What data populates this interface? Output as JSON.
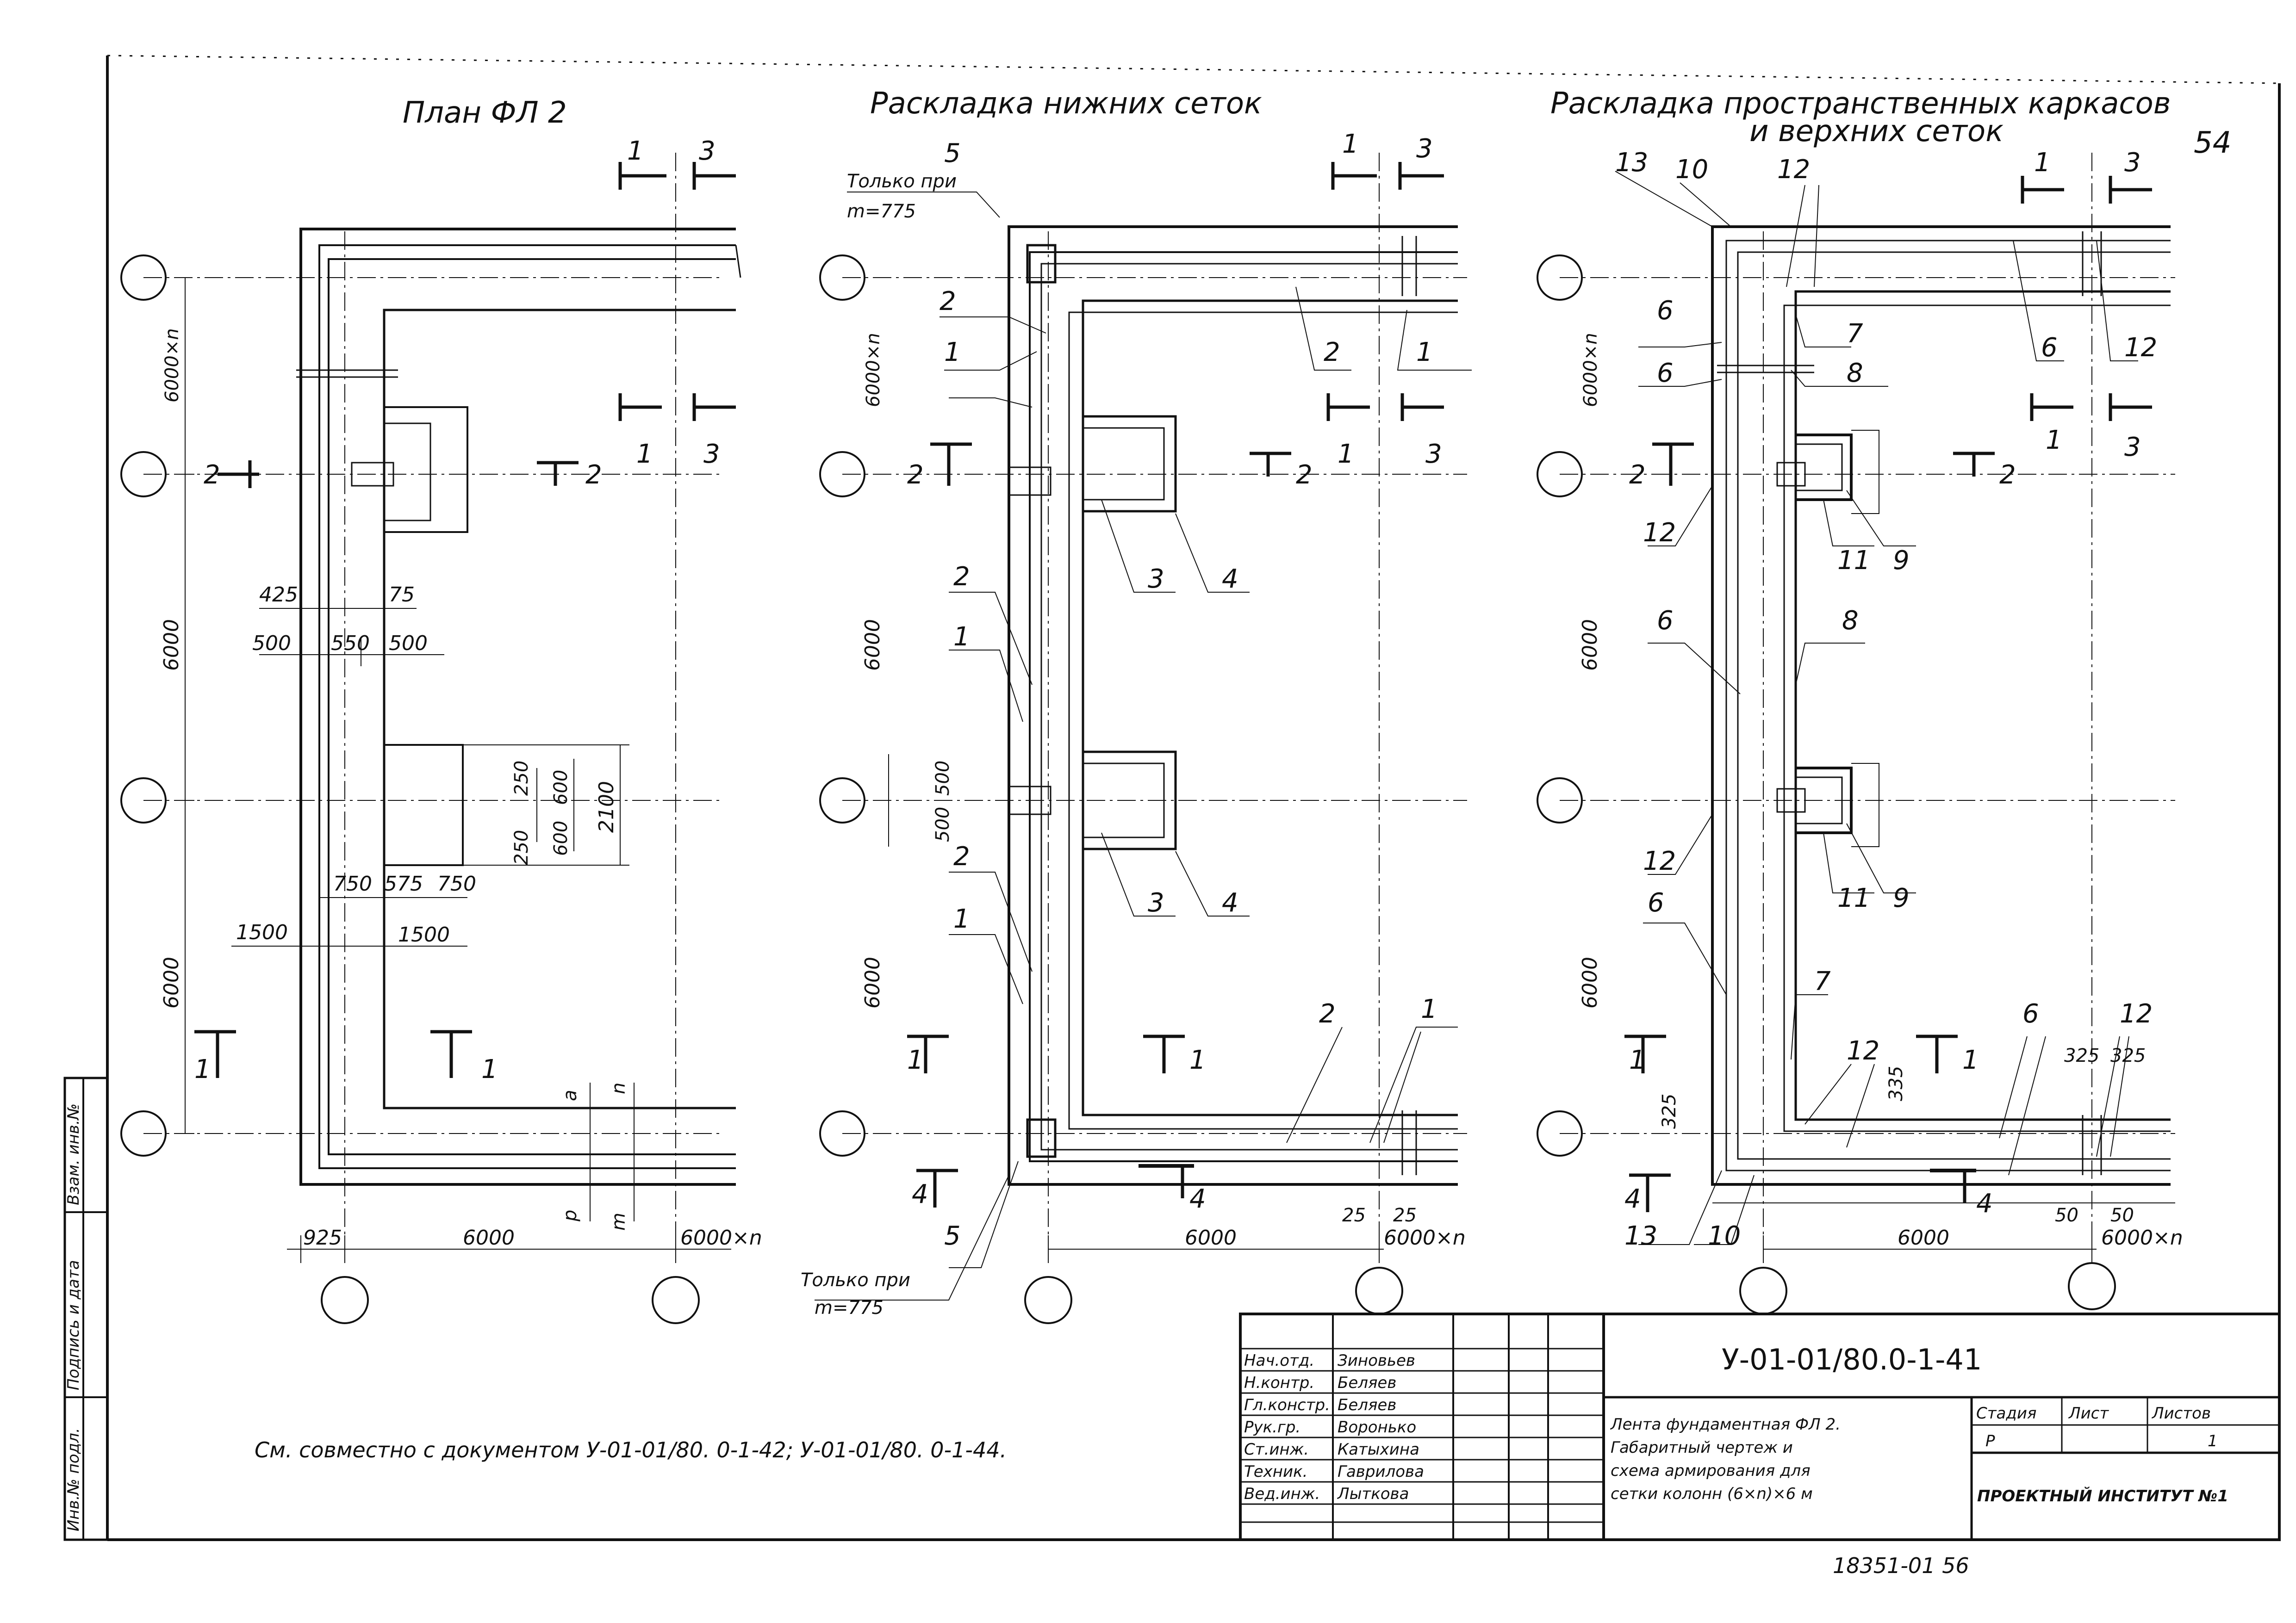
{
  "titles": {
    "plan": "План ФЛ 2",
    "bottom_meshes": "Раскладка нижних сеток",
    "cages_1": "Раскладка пространственных каркасов",
    "cages_2": "и верхних сеток"
  },
  "page_number": "54",
  "section_marks": {
    "one": "1",
    "two": "2",
    "three": "3",
    "four": "4"
  },
  "plan": {
    "dims": {
      "v_top": "6000×n",
      "v_mid": "6000",
      "v_bot": "6000",
      "d425": "425",
      "d75": "75",
      "d500a": "500",
      "d550": "550",
      "d500b": "500",
      "d250a": "250",
      "d250b": "250",
      "d600a": "600",
      "d600b": "600",
      "d2100": "2100",
      "d750a": "750",
      "d575": "575",
      "d750b": "750",
      "d1500a": "1500",
      "d1500b": "1500",
      "a": "a",
      "n": "n",
      "p": "p",
      "m": "m",
      "b925": "925",
      "b6000": "6000",
      "b6000n": "6000×n"
    }
  },
  "meshes": {
    "only_when": "Только при",
    "m775": "m=775",
    "labels": {
      "l1": "1",
      "l2": "2",
      "l3": "3",
      "l4": "4",
      "l5": "5"
    },
    "dims": {
      "v_top": "6000×n",
      "v_mid": "6000",
      "v_bot": "6000",
      "d500a": "500",
      "d500b": "500",
      "b6000": "6000",
      "b6000n": "6000×n",
      "d25a": "25",
      "d25b": "25"
    }
  },
  "cages": {
    "labels": {
      "l6": "6",
      "l7": "7",
      "l8": "8",
      "l9": "9",
      "l10": "10",
      "l11": "11",
      "l12": "12",
      "l13": "13"
    },
    "dims": {
      "v_top": "6000×n",
      "v_mid": "6000",
      "v_bot": "6000",
      "d335": "335",
      "d325a": "325",
      "d325b": "325",
      "d325c": "325",
      "d50a": "50",
      "d50b": "50",
      "b6000": "6000",
      "b6000n": "6000×n"
    }
  },
  "note": "См. совместно с документом У-01-01/80. 0-1-42; У-01-01/80. 0-1-44.",
  "margin_stamp": [
    "Инв.№ подл.",
    "Подпись и дата",
    "Взам. инв.№"
  ],
  "title_block": {
    "code": "У-01-01/80.0-1-41",
    "roles": [
      "Нач.отд.",
      "Н.контр.",
      "Гл.констр.",
      "Рук.гр.",
      "Ст.инж.",
      "Техник.",
      "Вед.инж."
    ],
    "names": [
      "Зиновьев",
      "Беляев",
      "Беляев",
      "Воронько",
      "Катыхина",
      "Гаврилова",
      "Лыткова"
    ],
    "description": [
      "Лента фундаментная ФЛ 2.",
      "Габаритный чертеж и",
      "схема армирования для",
      "сетки колонн (6×n)×6 м"
    ],
    "stage_h": "Стадия",
    "sheet_h": "Лист",
    "sheets_h": "Листов",
    "stage": "Р",
    "sheets": "1",
    "org": "ПРОЕКТНЫЙ ИНСТИТУТ №1"
  },
  "footer_code": "18351-01 56"
}
